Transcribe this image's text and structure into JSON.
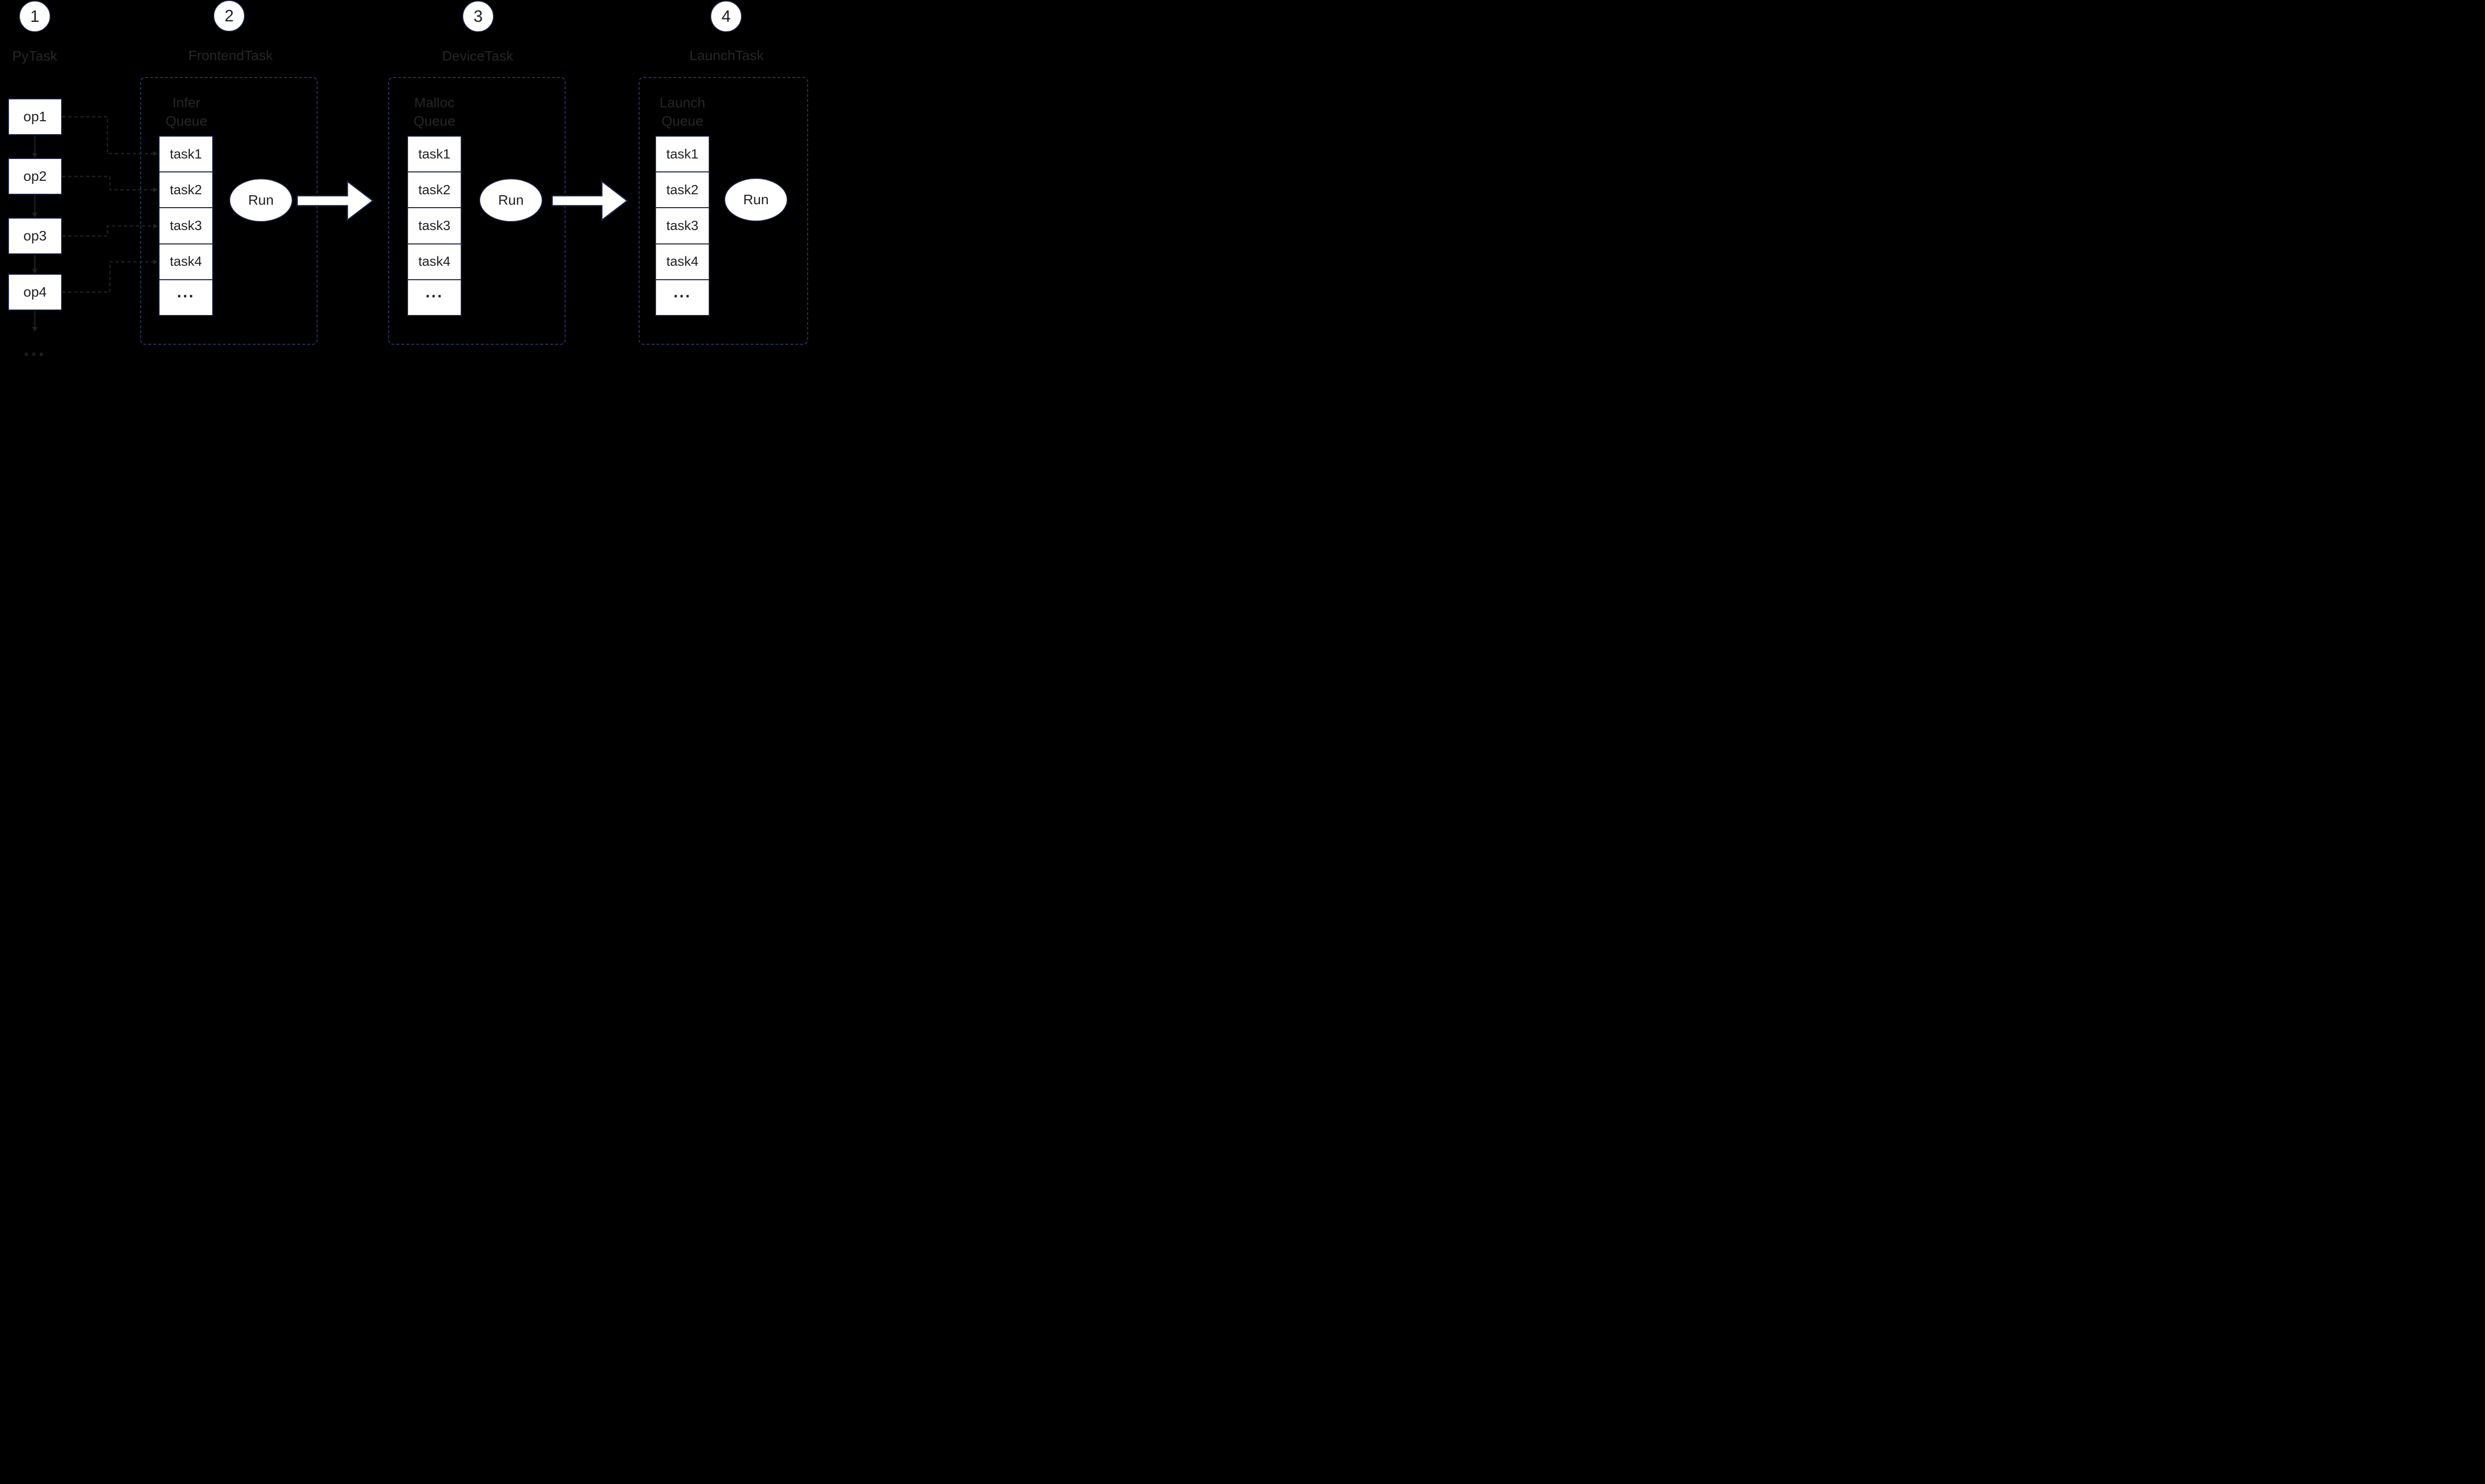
{
  "colors": {
    "background": "#000000",
    "shape_fill": "#ffffff",
    "shape_border": "#1a2148",
    "container_border": "#2a3162",
    "heading_text": "#262626",
    "box_text": "#1f1f1f",
    "connector": "#212121"
  },
  "stages": [
    {
      "number": "1",
      "name": "PyTask",
      "ops": [
        "op1",
        "op2",
        "op3",
        "op4"
      ],
      "overflow": "..."
    },
    {
      "number": "2",
      "name": "FrontendTask",
      "queue": {
        "title_line1": "Infer",
        "title_line2": "Queue",
        "items": [
          "task1",
          "task2",
          "task3",
          "task4",
          "..."
        ]
      },
      "run_label": "Run"
    },
    {
      "number": "3",
      "name": "DeviceTask",
      "queue": {
        "title_line1": "Malloc",
        "title_line2": "Queue",
        "items": [
          "task1",
          "task2",
          "task3",
          "task4",
          "..."
        ]
      },
      "run_label": "Run"
    },
    {
      "number": "4",
      "name": "LaunchTask",
      "queue": {
        "title_line1": "Launch",
        "title_line2": "Queue",
        "items": [
          "task1",
          "task2",
          "task3",
          "task4",
          "..."
        ]
      },
      "run_label": "Run"
    }
  ]
}
